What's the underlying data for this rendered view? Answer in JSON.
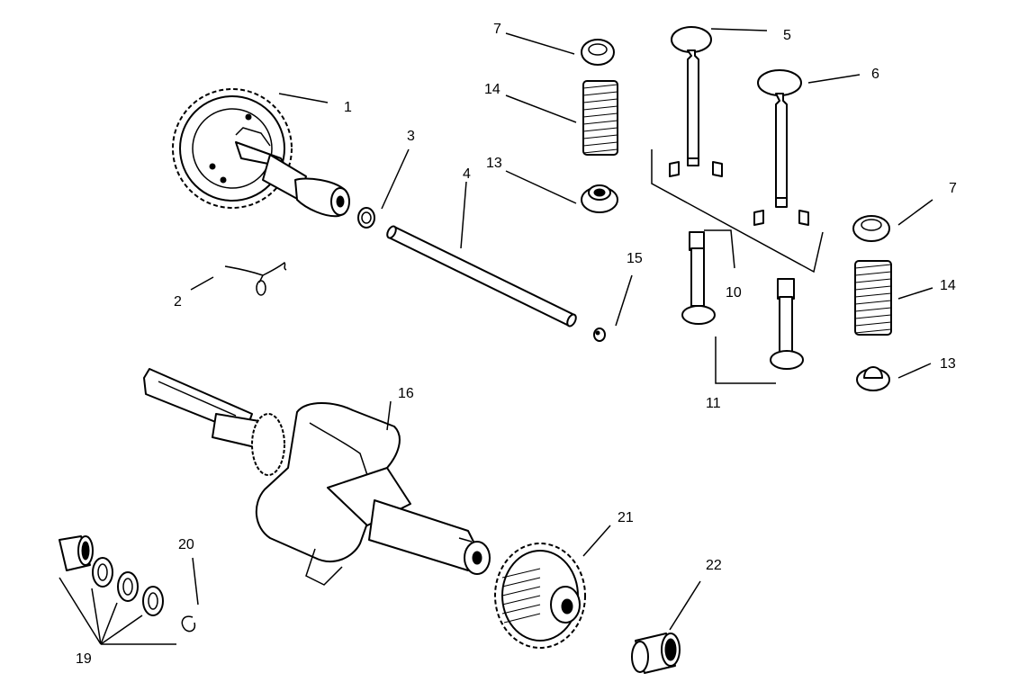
{
  "callouts": [
    {
      "id": "c1",
      "text": "1"
    },
    {
      "id": "c2",
      "text": "2"
    },
    {
      "id": "c3",
      "text": "3"
    },
    {
      "id": "c4",
      "text": "4"
    },
    {
      "id": "c5",
      "text": "5"
    },
    {
      "id": "c6",
      "text": "6"
    },
    {
      "id": "c7a",
      "text": "7"
    },
    {
      "id": "c7b",
      "text": "7"
    },
    {
      "id": "c10",
      "text": "10"
    },
    {
      "id": "c11",
      "text": "11"
    },
    {
      "id": "c13a",
      "text": "13"
    },
    {
      "id": "c13b",
      "text": "13"
    },
    {
      "id": "c14a",
      "text": "14"
    },
    {
      "id": "c14b",
      "text": "14"
    },
    {
      "id": "c15",
      "text": "15"
    },
    {
      "id": "c16",
      "text": "16"
    },
    {
      "id": "c19",
      "text": "19"
    },
    {
      "id": "c20",
      "text": "20"
    },
    {
      "id": "c21",
      "text": "21"
    },
    {
      "id": "c22",
      "text": "22"
    }
  ]
}
